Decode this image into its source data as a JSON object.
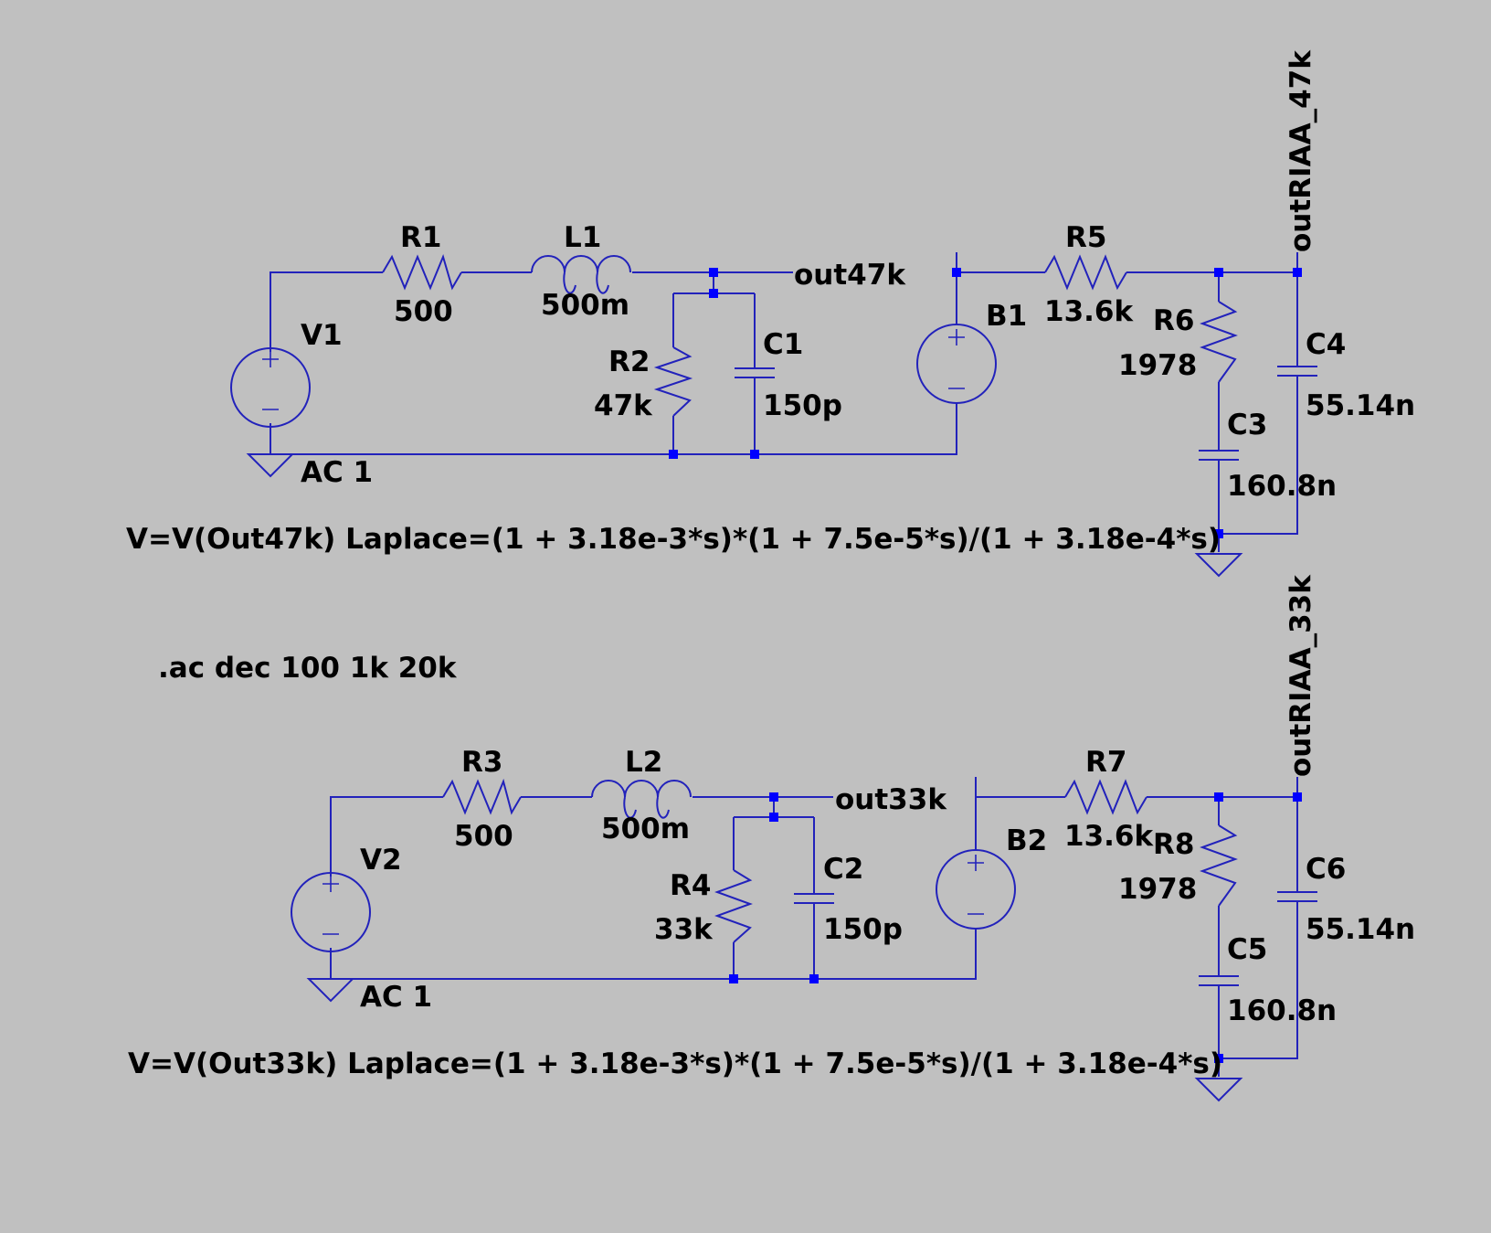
{
  "schematic": {
    "colors": {
      "background": "#c0c0c0",
      "wire": "#2222bb",
      "node": "#0000ff",
      "text": "#000000"
    },
    "top": {
      "R1": {
        "ref": "R1",
        "value": "500"
      },
      "L1": {
        "ref": "L1",
        "value": "500m"
      },
      "R2": {
        "ref": "R2",
        "value": "47k"
      },
      "C1": {
        "ref": "C1",
        "value": "150p"
      },
      "V1": {
        "ref": "V1",
        "value": "AC 1"
      },
      "B1": {
        "ref": "B1"
      },
      "R5": {
        "ref": "R5",
        "value": "13.6k"
      },
      "R6": {
        "ref": "R6",
        "value": "1978"
      },
      "C3": {
        "ref": "C3",
        "value": "160.8n"
      },
      "C4": {
        "ref": "C4",
        "value": "55.14n"
      },
      "net_out": "out47k",
      "net_riaa": "outRIAA_47k",
      "b_expr": "V=V(Out47k) Laplace=(1 + 3.18e-3*s)*(1 + 7.5e-5*s)/(1 + 3.18e-4*s)"
    },
    "directive": ".ac dec 100 1k 20k",
    "bottom": {
      "R3": {
        "ref": "R3",
        "value": "500"
      },
      "L2": {
        "ref": "L2",
        "value": "500m"
      },
      "R4": {
        "ref": "R4",
        "value": "33k"
      },
      "C2": {
        "ref": "C2",
        "value": "150p"
      },
      "V2": {
        "ref": "V2",
        "value": "AC 1"
      },
      "B2": {
        "ref": "B2"
      },
      "R7": {
        "ref": "R7",
        "value": "13.6k"
      },
      "R8": {
        "ref": "R8",
        "value": "1978"
      },
      "C5": {
        "ref": "C5",
        "value": "160.8n"
      },
      "C6": {
        "ref": "C6",
        "value": "55.14n"
      },
      "net_out": "out33k",
      "net_riaa": "outRIAA_33k",
      "b_expr": "V=V(Out33k) Laplace=(1 + 3.18e-3*s)*(1 + 7.5e-5*s)/(1 + 3.18e-4*s)"
    }
  }
}
